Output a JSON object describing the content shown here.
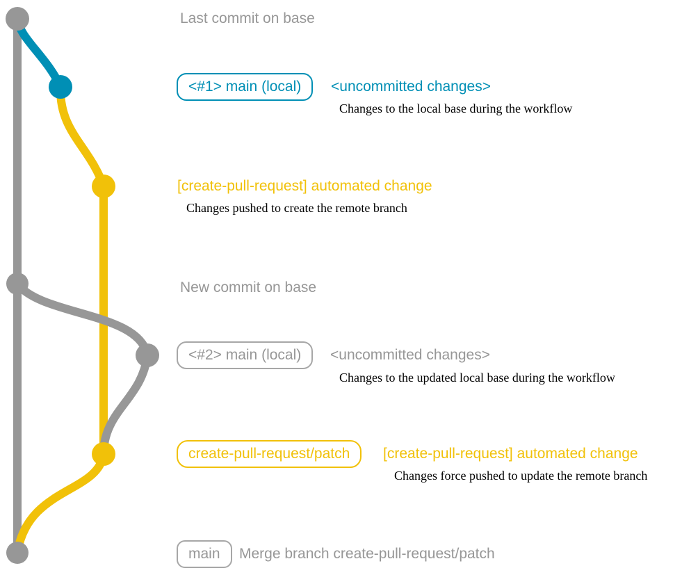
{
  "colors": {
    "base": "#979797",
    "local": "#008fb5",
    "patch": "#f1c109",
    "annotation": "#000000",
    "background": "#ffffff"
  },
  "captions": {
    "last_commit": "Last commit on base",
    "new_commit": "New commit on base"
  },
  "events": {
    "local1": {
      "badge": "<#1> main (local)",
      "title": "<uncommitted changes>",
      "description": "Changes to the local base during the workflow"
    },
    "push1": {
      "title": "[create-pull-request] automated change",
      "description": "Changes pushed to create the remote branch"
    },
    "local2": {
      "badge": "<#2> main (local)",
      "title": "<uncommitted changes>",
      "description": "Changes to the updated local base during the workflow"
    },
    "push2": {
      "badge": "create-pull-request/patch",
      "title": "[create-pull-request] automated change",
      "description": "Changes force pushed to update the remote branch"
    },
    "merge": {
      "badge": "main",
      "label": "Merge branch create-pull-request/patch"
    }
  },
  "graph": {
    "commit_dots": [
      {
        "id": "last-base",
        "color": "base"
      },
      {
        "id": "local-1",
        "color": "local"
      },
      {
        "id": "patch-1",
        "color": "patch"
      },
      {
        "id": "new-base",
        "color": "base"
      },
      {
        "id": "local-2",
        "color": "base"
      },
      {
        "id": "patch-2",
        "color": "patch"
      },
      {
        "id": "merge",
        "color": "base"
      }
    ]
  }
}
